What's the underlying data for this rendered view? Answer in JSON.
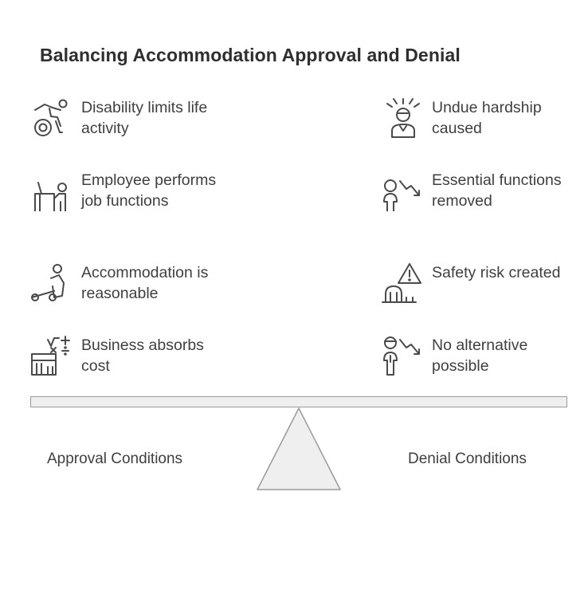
{
  "title": "Balancing Accommodation Approval and Denial",
  "approval": {
    "label": "Approval Conditions",
    "items": [
      {
        "icon": "wheelchair-icon",
        "text": "Disability limits life activity"
      },
      {
        "icon": "worker-at-desk-icon",
        "text": "Employee performs job functions"
      },
      {
        "icon": "assistance-ramp-icon",
        "text": "Accommodation is reasonable"
      },
      {
        "icon": "calculator-budget-icon",
        "text": "Business absorbs cost"
      }
    ]
  },
  "denial": {
    "label": "Denial Conditions",
    "items": [
      {
        "icon": "stressed-person-icon",
        "text": "Undue hardship caused"
      },
      {
        "icon": "person-declining-arrow-icon",
        "text": "Essential functions removed"
      },
      {
        "icon": "warning-hazard-icon",
        "text": "Safety risk created"
      },
      {
        "icon": "worker-declining-arrow-icon",
        "text": "No alternative possible"
      }
    ]
  },
  "colors": {
    "text": "#3f3f3f",
    "title": "#2f2f2f",
    "beam_fill": "#efefef",
    "beam_stroke": "#9a9a9a",
    "icon_stroke": "#4a4a4a"
  }
}
